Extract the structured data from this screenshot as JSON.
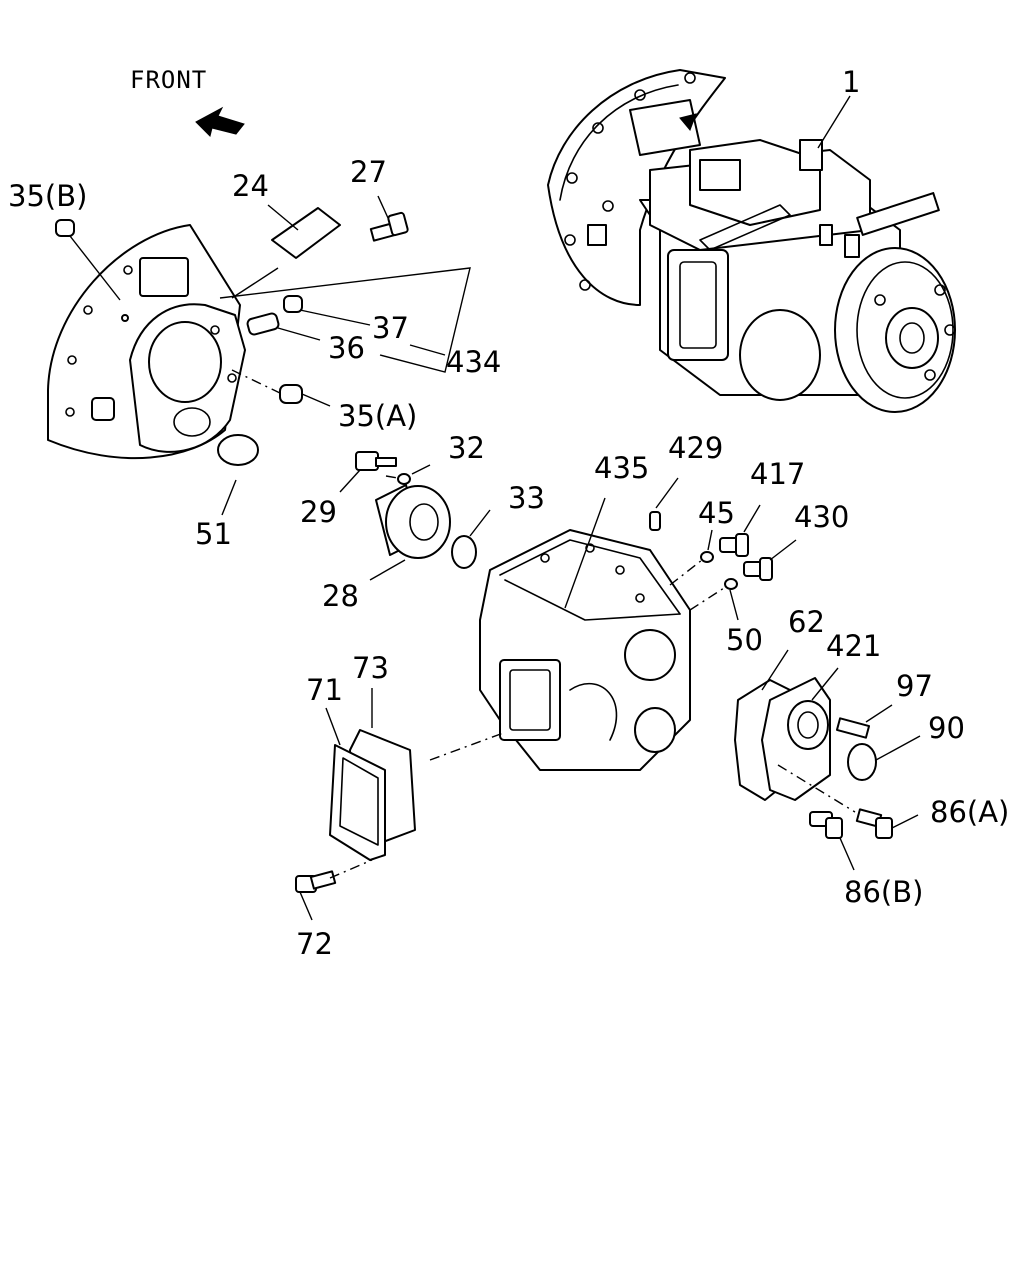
{
  "header": {
    "front_label": "FRONT"
  },
  "colors": {
    "ink": "#000000",
    "paper": "#ffffff"
  },
  "callouts": [
    {
      "id": "1",
      "text": "1"
    },
    {
      "id": "35b",
      "text": "35(B)"
    },
    {
      "id": "24",
      "text": "24"
    },
    {
      "id": "27",
      "text": "27"
    },
    {
      "id": "37",
      "text": "37"
    },
    {
      "id": "36",
      "text": "36"
    },
    {
      "id": "434",
      "text": "434"
    },
    {
      "id": "35a",
      "text": "35(A)"
    },
    {
      "id": "51",
      "text": "51"
    },
    {
      "id": "32",
      "text": "32"
    },
    {
      "id": "29",
      "text": "29"
    },
    {
      "id": "33",
      "text": "33"
    },
    {
      "id": "28",
      "text": "28"
    },
    {
      "id": "435",
      "text": "435"
    },
    {
      "id": "429",
      "text": "429"
    },
    {
      "id": "417",
      "text": "417"
    },
    {
      "id": "45",
      "text": "45"
    },
    {
      "id": "430",
      "text": "430"
    },
    {
      "id": "50",
      "text": "50"
    },
    {
      "id": "62",
      "text": "62"
    },
    {
      "id": "421",
      "text": "421"
    },
    {
      "id": "97",
      "text": "97"
    },
    {
      "id": "90",
      "text": "90"
    },
    {
      "id": "86a",
      "text": "86(A)"
    },
    {
      "id": "86b",
      "text": "86(B)"
    },
    {
      "id": "73",
      "text": "73"
    },
    {
      "id": "71",
      "text": "71"
    },
    {
      "id": "72",
      "text": "72"
    }
  ]
}
